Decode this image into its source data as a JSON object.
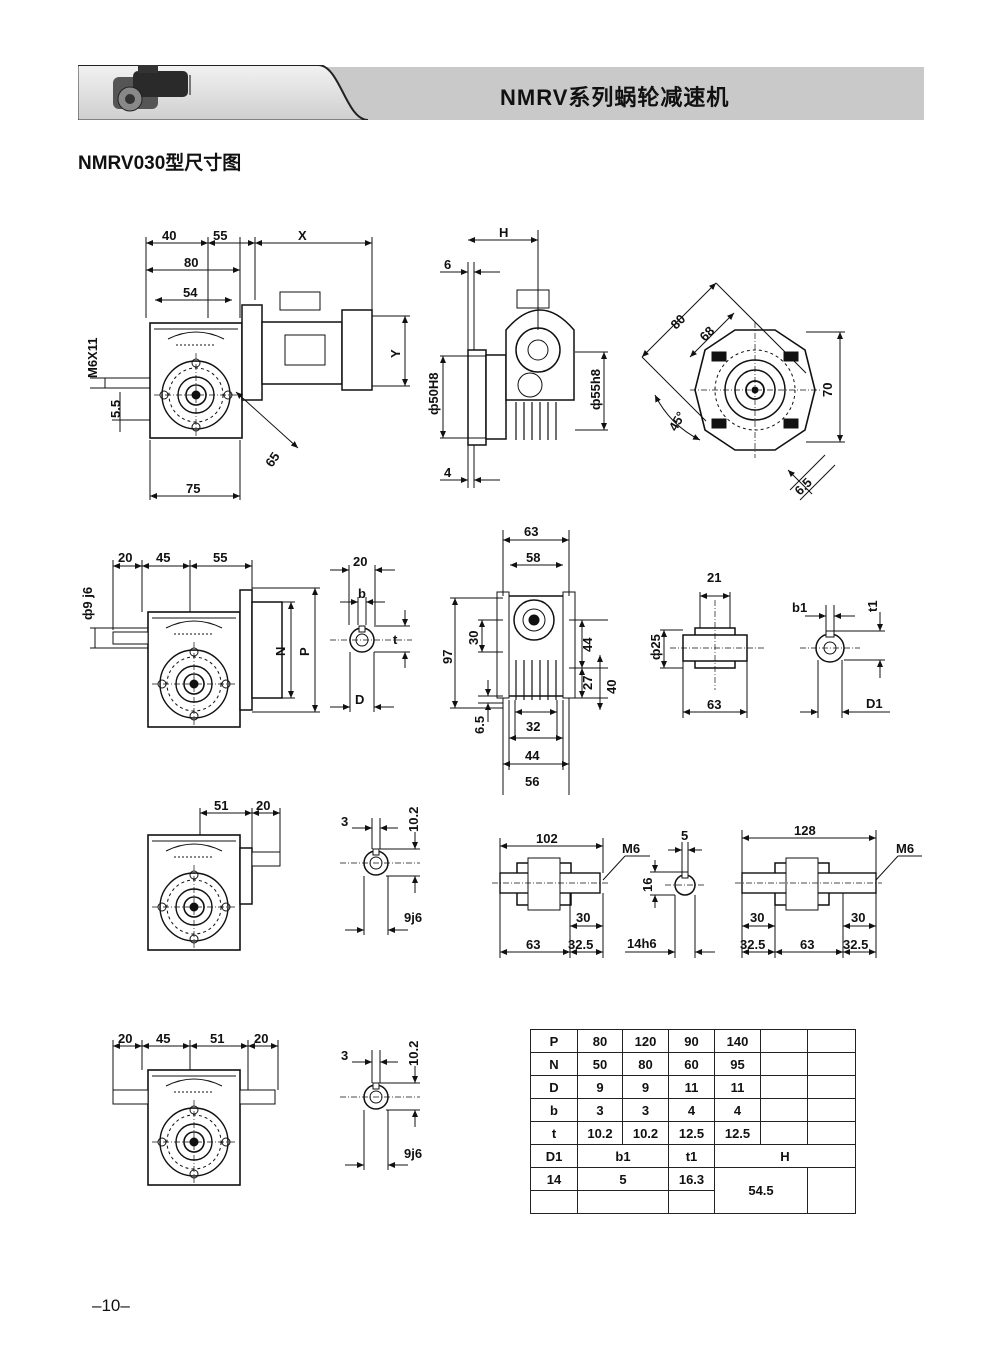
{
  "header": {
    "title": "NMRV系列蜗轮减速机"
  },
  "drawing": {
    "title": "NMRV030型尺寸图"
  },
  "page": {
    "number": "–10–"
  },
  "views": {
    "motor_top": {
      "d1": "40",
      "d2": "55",
      "dx": "X",
      "d80": "80",
      "d54": "54",
      "m6": "M6X11",
      "d55": "5.5",
      "dy": "Y",
      "d65": "65",
      "d75": "75"
    },
    "motor_side": {
      "dh": "H",
      "d6": "6",
      "d4": "4",
      "f50": "ф50H8",
      "f55": "ф55h8"
    },
    "flange": {
      "d80": "80",
      "d68": "68",
      "d70": "70",
      "d45": "45°",
      "d65": "6.5"
    },
    "input_shaft": {
      "d20": "20",
      "d45": "45",
      "d55": "55",
      "f9": "ф9 j6",
      "n": "N",
      "p": "P"
    },
    "input_key": {
      "d20": "20",
      "b": "b",
      "t": "t",
      "d": "D"
    },
    "section": {
      "d63": "63",
      "d58": "58",
      "d97": "97",
      "d30": "30",
      "d44a": "44",
      "d27": "27",
      "d40": "40",
      "d65": "6.5",
      "d32": "32",
      "d44b": "44",
      "d56": "56"
    },
    "hollow": {
      "d21": "21",
      "f25": "ф25",
      "d63": "63"
    },
    "hollow_key": {
      "b1": "b1",
      "t1": "t1",
      "d1": "D1"
    },
    "single_shaft": {
      "d51": "51",
      "d20": "20"
    },
    "single_key": {
      "d3": "3",
      "d102": "10.2",
      "j6": "9j6"
    },
    "output_single": {
      "d102": "102",
      "m6": "M6",
      "d30": "30",
      "d63": "63",
      "d325": "32.5"
    },
    "output_key": {
      "d5": "5",
      "d16": "16",
      "h6": "14h6"
    },
    "output_double": {
      "d128": "128",
      "m6": "M6",
      "d30a": "30",
      "d30b": "30",
      "d325a": "32.5",
      "d63": "63",
      "d325b": "32.5"
    },
    "double_shaft": {
      "d20a": "20",
      "d45": "45",
      "d51": "51",
      "d20b": "20"
    },
    "double_key": {
      "d3": "3",
      "d102": "10.2",
      "j6": "9j6"
    }
  },
  "table": {
    "rows": [
      {
        "label": "P",
        "values": [
          "80",
          "120",
          "90",
          "140",
          "",
          ""
        ]
      },
      {
        "label": "N",
        "values": [
          "50",
          "80",
          "60",
          "95",
          "",
          ""
        ]
      },
      {
        "label": "D",
        "values": [
          "9",
          "9",
          "11",
          "11",
          "",
          ""
        ]
      },
      {
        "label": "b",
        "values": [
          "3",
          "3",
          "4",
          "4",
          "",
          ""
        ]
      },
      {
        "label": "t",
        "values": [
          "10.2",
          "10.2",
          "12.5",
          "12.5",
          "",
          ""
        ]
      }
    ],
    "headers2": [
      "D1",
      "b1",
      "t1",
      "H"
    ],
    "row2": [
      "14",
      "5",
      "16.3",
      "54.5"
    ]
  }
}
